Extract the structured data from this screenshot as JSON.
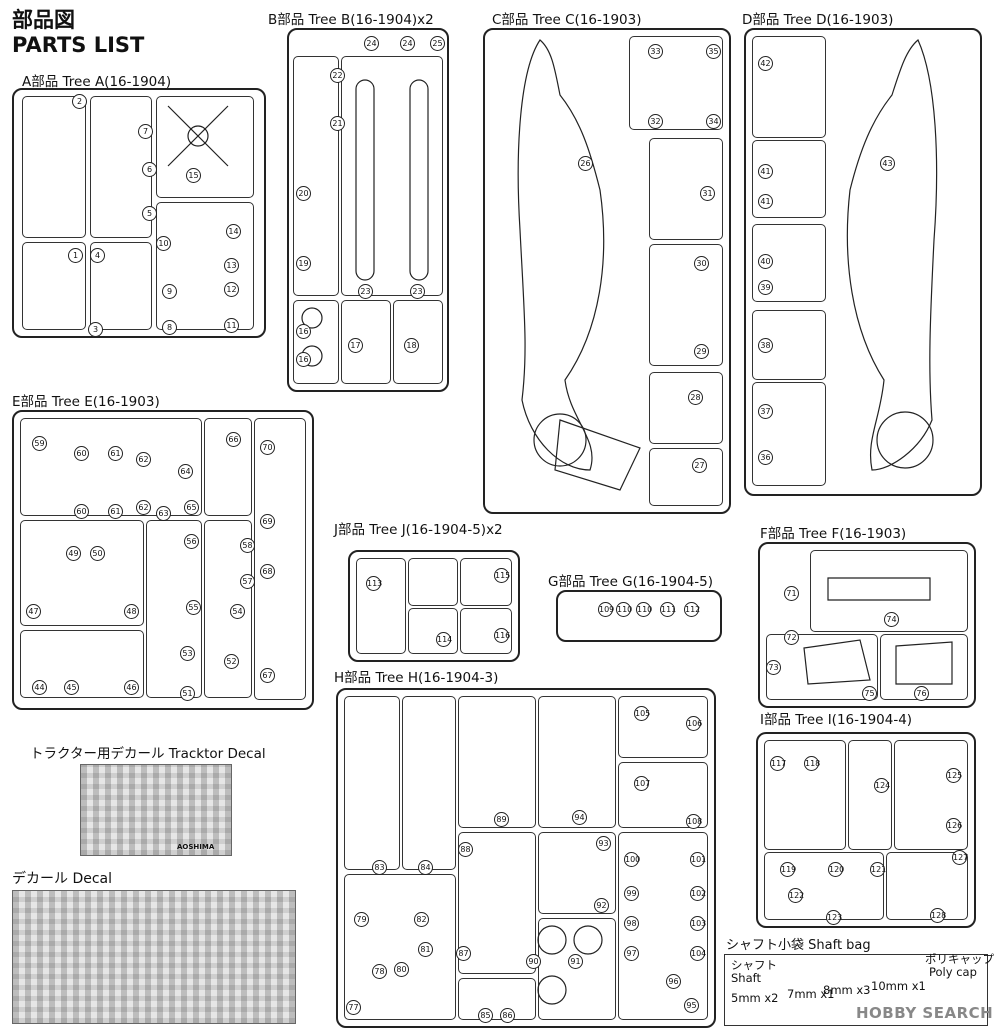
{
  "header": {
    "title_jp": "部品図",
    "title_en": "PARTS LIST"
  },
  "trees": {
    "A": {
      "title": "A部品 Tree A(16-1904)"
    },
    "B": {
      "title": "B部品 Tree B(16-1904)x2"
    },
    "C": {
      "title": "C部品 Tree C(16-1903)"
    },
    "D": {
      "title": "D部品 Tree D(16-1903)"
    },
    "E": {
      "title": "E部品 Tree E(16-1903)"
    },
    "F": {
      "title": "F部品 Tree F(16-1903)"
    },
    "G": {
      "title": "G部品 Tree G(16-1904-5)"
    },
    "H": {
      "title": "H部品 Tree H(16-1904-3)"
    },
    "I": {
      "title": "I部品 Tree I(16-1904-4)"
    },
    "J": {
      "title": "J部品 Tree J(16-1904-5)x2"
    }
  },
  "decals": {
    "tracktor_title": "トラクター用デカール Tracktor Decal",
    "tracktor_brand": "AOSHIMA",
    "main_title": "デカール Decal"
  },
  "shaft_bag": {
    "title": "シャフト小袋 Shaft bag",
    "shaft_jp": "シャフト",
    "shaft_en": "Shaft",
    "polycap_jp": "ポリキャップ",
    "polycap_en": "Poly cap",
    "items": [
      "5mm x2",
      "7mm x1",
      "8mm x3",
      "10mm x1"
    ]
  },
  "watermark": "HOBBY SEARCH",
  "part_numbers": {
    "A": [
      "1",
      "2",
      "3",
      "4",
      "5",
      "6",
      "7",
      "8",
      "9",
      "10",
      "11",
      "12",
      "13",
      "14",
      "15"
    ],
    "B": [
      "16",
      "16",
      "17",
      "18",
      "19",
      "20",
      "21",
      "22",
      "23",
      "23",
      "24",
      "24",
      "25"
    ],
    "C": [
      "26",
      "27",
      "28",
      "29",
      "30",
      "31",
      "32",
      "33",
      "34",
      "35"
    ],
    "D": [
      "36",
      "37",
      "38",
      "39",
      "40",
      "41",
      "41",
      "42",
      "43"
    ],
    "E": [
      "44",
      "45",
      "46",
      "47",
      "48",
      "49",
      "50",
      "51",
      "52",
      "53",
      "54",
      "55",
      "56",
      "57",
      "58",
      "59",
      "60",
      "60",
      "61",
      "61",
      "62",
      "62",
      "63",
      "64",
      "65",
      "66",
      "67",
      "68",
      "69",
      "70"
    ],
    "F": [
      "71",
      "72",
      "73",
      "74",
      "75",
      "76"
    ],
    "G": [
      "109",
      "110",
      "110",
      "111",
      "112"
    ],
    "J": [
      "113",
      "114",
      "115",
      "116"
    ],
    "H": [
      "77",
      "78",
      "79",
      "80",
      "81",
      "82",
      "83",
      "84",
      "85",
      "86",
      "87",
      "88",
      "89",
      "90",
      "91",
      "92",
      "93",
      "94",
      "95",
      "96",
      "97",
      "98",
      "99",
      "100",
      "101",
      "102",
      "103",
      "104",
      "105",
      "106",
      "107",
      "108"
    ],
    "I": [
      "117",
      "118",
      "119",
      "120",
      "121",
      "122",
      "123",
      "124",
      "125",
      "126",
      "127",
      "128"
    ]
  }
}
